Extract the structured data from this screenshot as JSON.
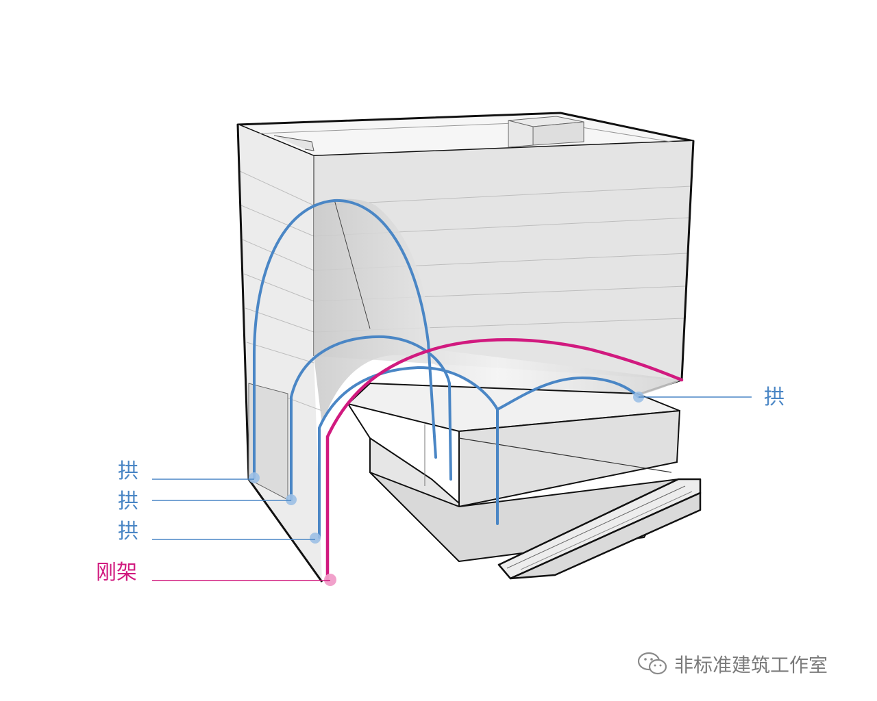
{
  "labels": {
    "arch_right": "拱",
    "arch_1": "拱",
    "arch_2": "拱",
    "arch_3": "拱",
    "rigid_frame": "刚架"
  },
  "watermark": {
    "icon": "wechat-icon",
    "text": "非标准建筑工作室"
  },
  "colors": {
    "arch_blue": "#4a86c5",
    "frame_pink": "#d11a7f",
    "outline": "#111111",
    "face_light": "#efefef",
    "face_mid": "#e2e2e2",
    "face_dark": "#d2d2d2"
  }
}
